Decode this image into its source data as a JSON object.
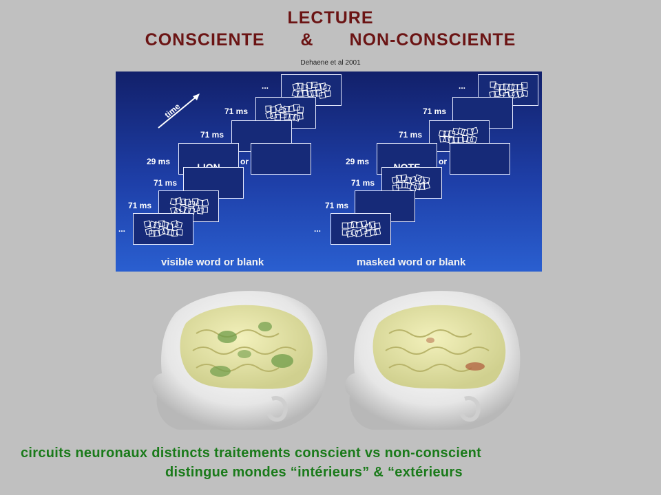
{
  "title": {
    "line1": "LECTURE",
    "left": "CONSCIENTE",
    "amp": "&",
    "right": "NON-CONSCIENTE"
  },
  "citation": "Dehaene et al 2001",
  "figure": {
    "time_label": "time",
    "ellipsis": "...",
    "or_label": "or",
    "left": {
      "word": "LION",
      "durations": [
        "71 ms",
        "71 ms",
        "29 ms",
        "71 ms",
        "71 ms"
      ],
      "caption": "visible word or blank"
    },
    "right": {
      "word": "NOTE",
      "durations": [
        "71 ms",
        "71 ms",
        "29 ms",
        "71 ms",
        "71 ms"
      ],
      "caption": "masked word or blank"
    }
  },
  "footer": {
    "line1": "circuits neuronaux distincts traitements conscient vs non-conscient",
    "line2": "distingue mondes “intérieurs” & “extérieurs"
  },
  "colors": {
    "title": "#6b1414",
    "footer": "#1a7a1a",
    "background": "#c0c0c0"
  }
}
